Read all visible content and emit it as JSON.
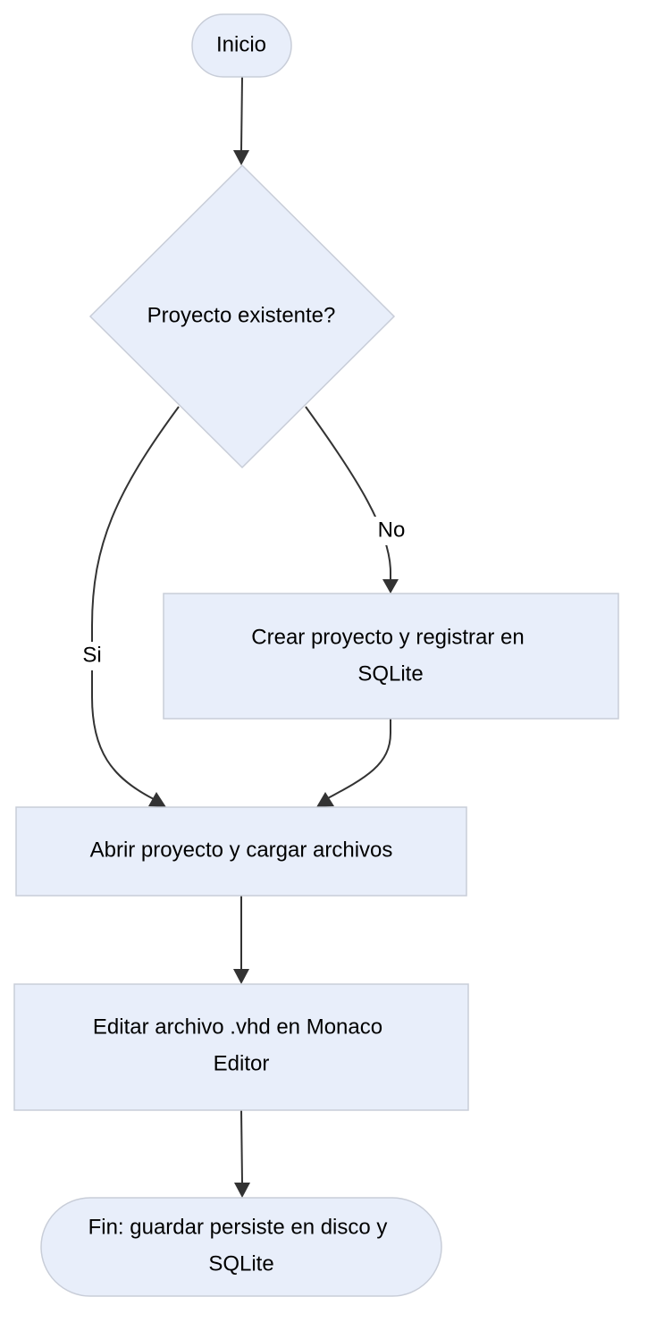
{
  "diagram": {
    "type": "flowchart",
    "colors": {
      "node_fill": "#e8eefa",
      "node_stroke": "#c8cdd8",
      "edge": "#333333",
      "text": "#000000"
    },
    "nodes": {
      "start": {
        "shape": "stadium",
        "lines": [
          "Inicio"
        ]
      },
      "decision": {
        "shape": "diamond",
        "lines": [
          "Proyecto existente?"
        ]
      },
      "create": {
        "shape": "rectangle",
        "lines": [
          "Crear proyecto y registrar en",
          "SQLite"
        ]
      },
      "open": {
        "shape": "rectangle",
        "lines": [
          "Abrir proyecto y cargar archivos"
        ]
      },
      "edit": {
        "shape": "rectangle",
        "lines": [
          "Editar archivo .vhd en Monaco",
          "Editor"
        ]
      },
      "end": {
        "shape": "stadium",
        "lines": [
          "Fin: guardar persiste en disco y",
          "SQLite"
        ]
      }
    },
    "edges": [
      {
        "from": "start",
        "to": "decision",
        "label": ""
      },
      {
        "from": "decision",
        "to": "open",
        "label": "Si"
      },
      {
        "from": "decision",
        "to": "create",
        "label": "No"
      },
      {
        "from": "create",
        "to": "open",
        "label": ""
      },
      {
        "from": "open",
        "to": "edit",
        "label": ""
      },
      {
        "from": "edit",
        "to": "end",
        "label": ""
      }
    ]
  }
}
